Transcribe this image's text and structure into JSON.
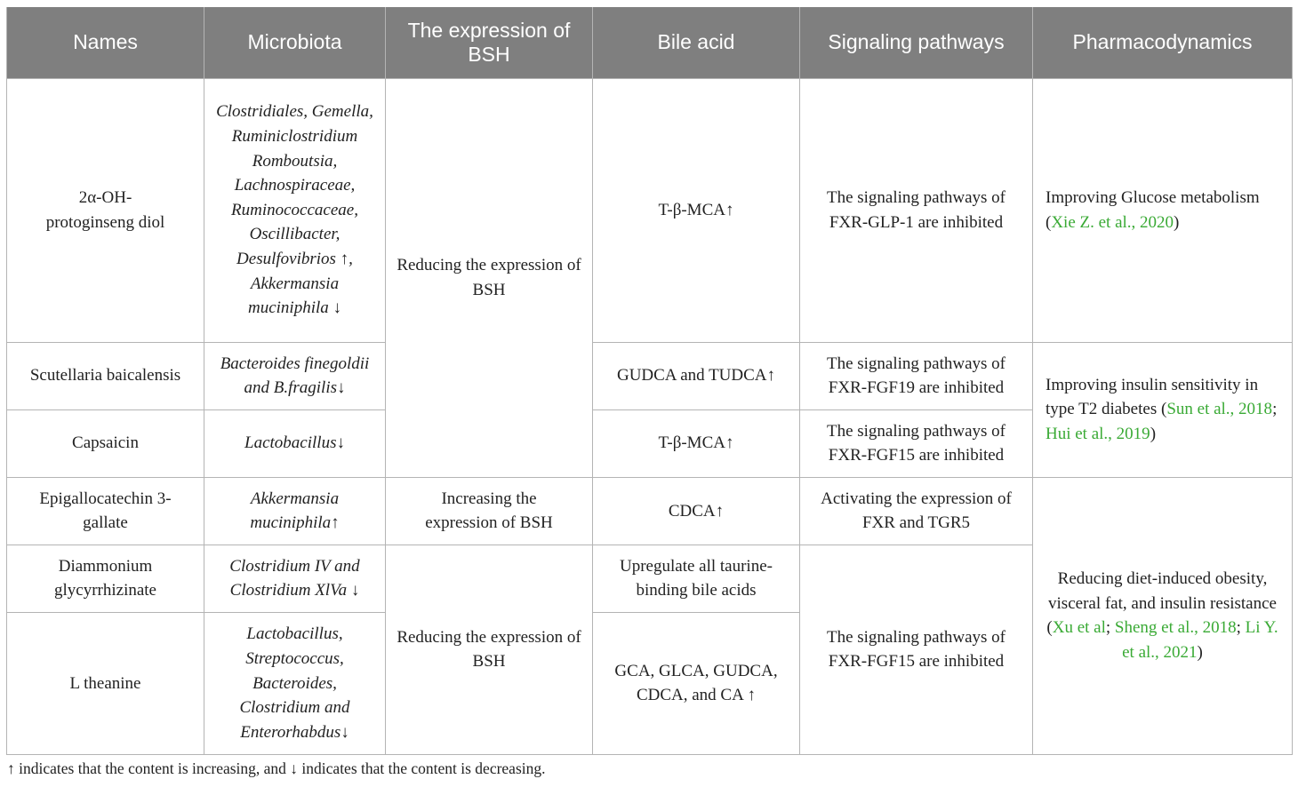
{
  "table": {
    "headers": {
      "names": "Names",
      "microbiota": "Microbiota",
      "bsh": "The expression of BSH",
      "bile_acid": "Bile acid",
      "signaling": "Signaling pathways",
      "pharmacodynamics": "Pharmacodynamics"
    },
    "rows": [
      {
        "name": "2α-OH-protoginseng diol",
        "microbiota": "Clostridiales, Gemella, Ruminiclostridium Romboutsia, Lachnospiraceae, Ruminococcaceae, Oscillibacter, Desulfovibrios ↑, Akkermansia muciniphila ↓",
        "bile_acid": "T-β-MCA↑",
        "signaling": "The signaling pathways of FXR-GLP-1 are inhibited"
      },
      {
        "name": "Scutellaria baicalensis",
        "microbiota": "Bacteroides finegoldii and B.fragilis↓",
        "bile_acid": "GUDCA and TUDCA↑",
        "signaling": "The signaling pathways of FXR-FGF19 are inhibited"
      },
      {
        "name": "Capsaicin",
        "microbiota": "Lactobacillus↓",
        "bile_acid": "T-β-MCA↑",
        "signaling": "The signaling pathways of FXR-FGF15 are inhibited"
      },
      {
        "name": "Epigallocatechin 3-gallate",
        "microbiota": "Akkermansia muciniphila↑",
        "bile_acid": "CDCA↑",
        "signaling": "Activating the expression of FXR and TGR5"
      },
      {
        "name": "Diammonium glycyrrhizinate",
        "microbiota": "Clostridium IV and Clostridium XlVa ↓",
        "bile_acid": "Upregulate all taurine-binding bile acids"
      },
      {
        "name": "L theanine",
        "microbiota": "Lactobacillus, Streptococcus, Bacteroides, Clostridium and Enterorhabdus↓",
        "bile_acid": "GCA, GLCA, GUDCA, CDCA, and CA ↑"
      }
    ],
    "bsh_groups": {
      "reducing_1": "Reducing the expression of BSH",
      "increasing": "Increasing the expression of BSH",
      "reducing_2": "Reducing the expression of BSH"
    },
    "signaling_shared": "The signaling pathways of FXR-FGF15 are inhibited",
    "pharmacodynamics": {
      "p1": {
        "text": "Improving Glucose metabolism (",
        "ref1": "Xie Z. et al., 2020",
        "end": ")"
      },
      "p2": {
        "text": "Improving insulin sensitivity in type T2 diabetes (",
        "ref1": "Sun et al., 2018",
        "sep1": "; ",
        "ref2": "Hui et al., 2019",
        "end": ")"
      },
      "p3": {
        "text": "Reducing diet-induced obesity, visceral fat, and insulin resistance (",
        "ref1": "Xu et al",
        "sep1": "; ",
        "ref2": "Sheng et al., 2018",
        "sep2": "; ",
        "ref3": "Li Y. et al., 2021",
        "end": ")"
      }
    }
  },
  "footnote": "↑ indicates that the content is increasing, and ↓ indicates that the content is decreasing.",
  "colors": {
    "header_bg": "#7f7f7f",
    "header_text": "#ffffff",
    "border": "#b4b4b4",
    "reference_link": "#3aaa35"
  }
}
